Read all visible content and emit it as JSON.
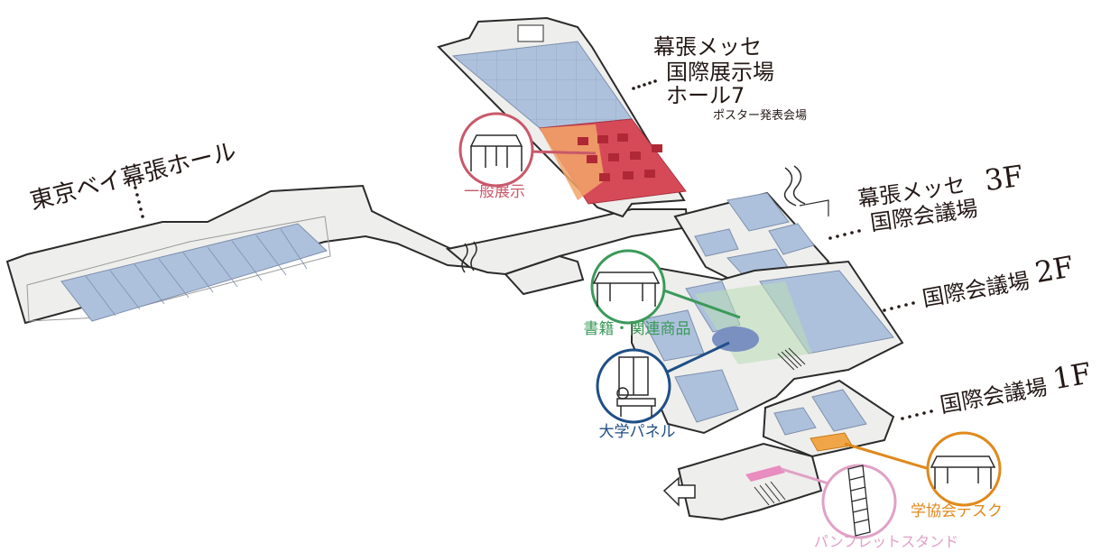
{
  "venues": {
    "bay_hall": {
      "name": "東京ベイ幕張ホール"
    },
    "hall7": {
      "line1": "幕張メッセ",
      "line2": "国際展示場",
      "line3": "ホール7",
      "sub": "ポスター発表会場"
    },
    "conference_3f": {
      "line1": "幕張メッセ",
      "line2": "国際会議場",
      "floor": "3F"
    },
    "conference_2f": {
      "line1": "国際会議場",
      "floor": "2F"
    },
    "conference_1f": {
      "line1": "国際会議場",
      "floor": "1F"
    }
  },
  "callouts": {
    "general_exhibit": {
      "label": "一般展示",
      "color": "#c9596a"
    },
    "books": {
      "label": "書籍・関連商品",
      "color": "#3b9a5a"
    },
    "university_panel": {
      "label": "大学パネル",
      "color": "#1f4f86"
    },
    "society_desk": {
      "label": "学協会デスク",
      "color": "#e0891c"
    },
    "pamphlet_stand": {
      "label": "パンフレットスタンド",
      "color": "#e0a1c6"
    }
  },
  "colors": {
    "floor": "#eeeeec",
    "wall": "#2b2b2b",
    "room_blue": "#aec1dc",
    "exhibit_red": "#d64a58",
    "exhibit_orange": "#f2a46a",
    "books_green": "#b9dcb7",
    "panel_navy": "#6f86bf",
    "desk_orange": "#f1a549",
    "stand_pink": "#e98cbf"
  },
  "icons": [
    "entrance-arrow-icon",
    "booth-icon",
    "table-icon",
    "panel-board-icon",
    "stand-rack-icon"
  ]
}
